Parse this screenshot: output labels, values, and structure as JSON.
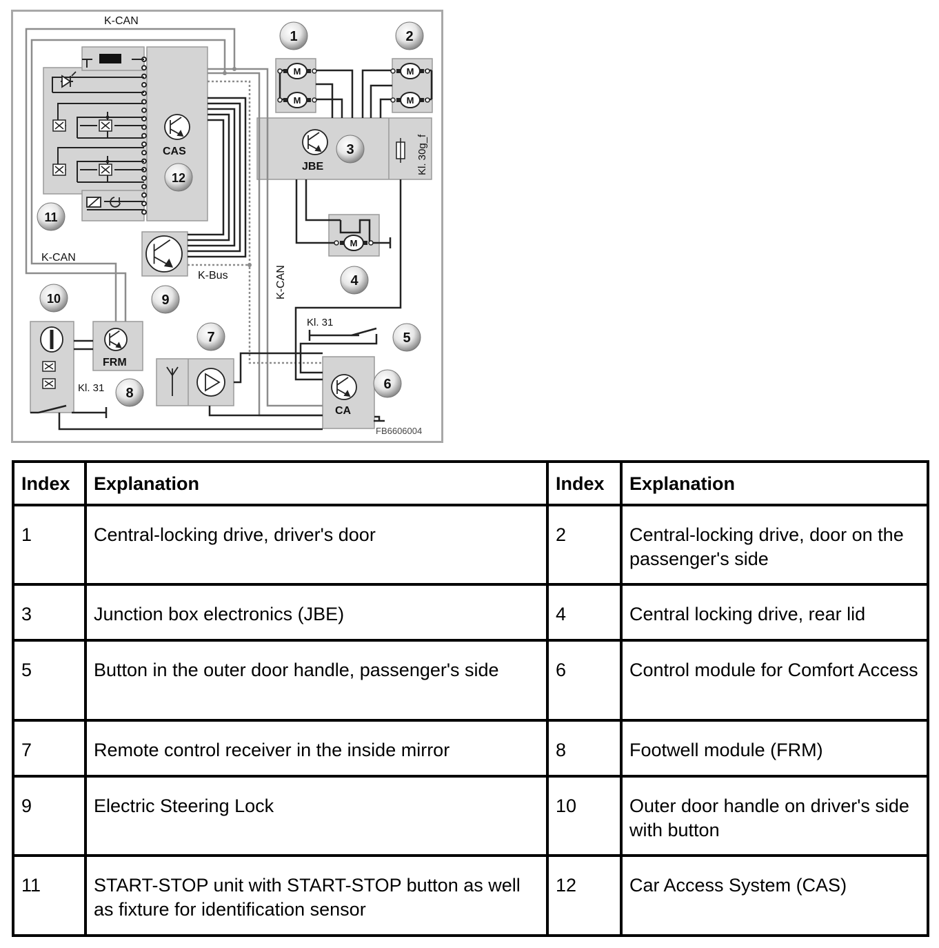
{
  "diagram": {
    "bus_labels": {
      "kcan_top": "K-CAN",
      "kcan_left": "K-CAN",
      "kcan_vertical": "K-CAN",
      "kbus": "K-Bus"
    },
    "modules": {
      "cas": "CAS",
      "jbe": "JBE",
      "frm": "FRM",
      "ca": "CA"
    },
    "terminals": {
      "kl30": "Kl. 30g_f",
      "kl31_a": "Kl. 31",
      "kl31_b": "Kl. 31"
    },
    "motor_symbol": "M",
    "figure_code": "FB6606004",
    "callouts": [
      "1",
      "2",
      "3",
      "4",
      "5",
      "6",
      "7",
      "8",
      "9",
      "10",
      "11",
      "12"
    ]
  },
  "table": {
    "headers": [
      "Index",
      "Explanation",
      "Index",
      "Explanation"
    ],
    "rows": [
      {
        "left_index": "1",
        "left_text": "Central-locking drive, driver's door",
        "right_index": "2",
        "right_text": "Central-locking drive, door on the passenger's side"
      },
      {
        "left_index": "3",
        "left_text": "Junction box electronics (JBE)",
        "right_index": "4",
        "right_text": "Central locking drive, rear lid"
      },
      {
        "left_index": "5",
        "left_text": "Button in the outer door handle, passenger's side",
        "right_index": "6",
        "right_text": "Control module for Comfort Access"
      },
      {
        "left_index": "7",
        "left_text": "Remote control receiver in the inside mirror",
        "right_index": "8",
        "right_text": "Footwell module (FRM)"
      },
      {
        "left_index": "9",
        "left_text": "Electric Steering Lock",
        "right_index": "10",
        "right_text": "Outer door handle on driver's side with button"
      },
      {
        "left_index": "11",
        "left_text": "START-STOP unit with START-STOP button as well as fixture for identification sensor",
        "right_index": "12",
        "right_text": "Car Access System (CAS)"
      }
    ]
  }
}
